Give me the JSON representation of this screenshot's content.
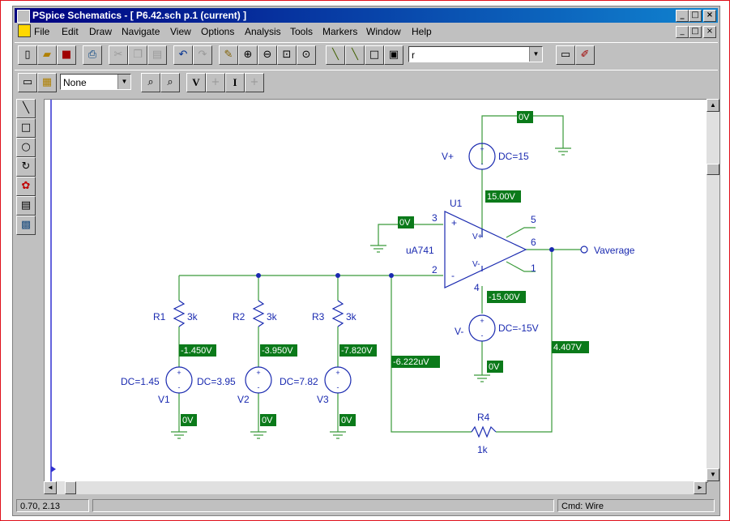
{
  "window": {
    "title": "PSpice Schematics - [ P6.42.sch  p.1 (current) ]"
  },
  "menu": [
    "File",
    "Edit",
    "Draw",
    "Navigate",
    "View",
    "Options",
    "Analysis",
    "Tools",
    "Markers",
    "Window",
    "Help"
  ],
  "toolbar": {
    "part_combo_value": "r",
    "style_combo_value": "None",
    "text_buttons": [
      "V",
      "I"
    ]
  },
  "schematic": {
    "opamp": {
      "name": "U1",
      "model": "uA741",
      "pins": [
        "3",
        "2",
        "6",
        "4",
        "5",
        "1"
      ],
      "vplus": "V+",
      "vminus": "V-"
    },
    "sources": [
      {
        "name": "V+",
        "dc": "DC=15"
      },
      {
        "name": "V-",
        "dc": "DC=-15V"
      },
      {
        "name": "V1",
        "dc": "DC=1.45"
      },
      {
        "name": "V2",
        "dc": "DC=3.95"
      },
      {
        "name": "V3",
        "dc": "DC=7.82"
      }
    ],
    "resistors": [
      {
        "name": "R1",
        "value": "3k"
      },
      {
        "name": "R2",
        "value": "3k"
      },
      {
        "name": "R3",
        "value": "3k"
      },
      {
        "name": "R4",
        "value": "1k"
      }
    ],
    "offpage_label": "Vaverage",
    "voltage_markers": [
      "0V",
      "15.00V",
      "0V",
      "-15.00V",
      "0V",
      "-1.450V",
      "-3.950V",
      "-7.820V",
      "-6.222uV",
      "4.407V",
      "0V",
      "0V",
      "0V"
    ]
  },
  "status": {
    "coords": "0.70, 2.13",
    "mode": "Cmd: Wire"
  },
  "colors": {
    "wire": "#3a9a3a",
    "marker_bg": "#0b7a1a",
    "component": "#1a2ab0",
    "title_start": "#000080"
  }
}
